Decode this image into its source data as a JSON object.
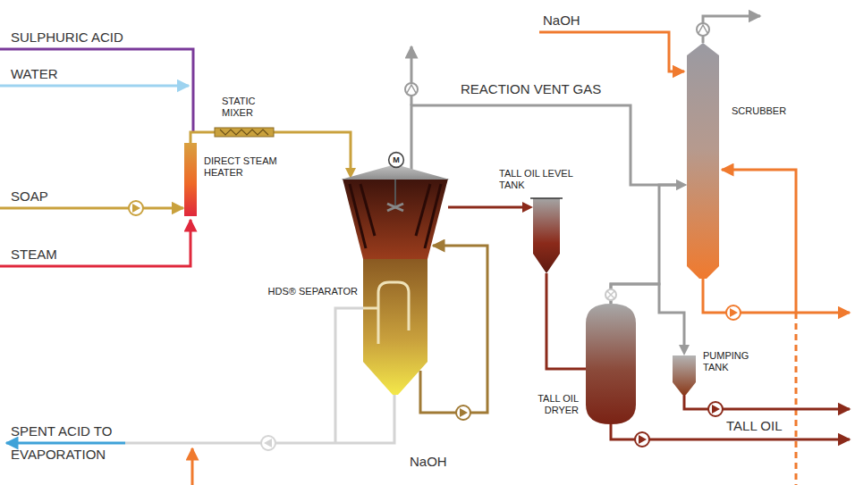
{
  "diagram": {
    "nodes": [
      {
        "text": [
          "STATIC MIXER"
        ]
      },
      {
        "text": [
          "DIRECT STEAM HEATER"
        ]
      },
      {
        "text": [
          "HDS® SEPARATOR"
        ]
      },
      {
        "text": [
          "M"
        ]
      },
      {
        "text": [
          "TALL OIL LEVEL TANK"
        ]
      },
      {
        "text": [
          "SCRUBBER"
        ]
      },
      {
        "text": [
          "TALL OIL DRYER"
        ]
      },
      {
        "text": [
          "PUMPING TANK"
        ]
      }
    ],
    "edges": [
      {
        "from": 1,
        "to": 0,
        "arrow": "none"
      },
      {
        "from": 0,
        "to": 2,
        "arrow": "to"
      },
      {
        "from": 2,
        "to": 4,
        "arrow": "to"
      },
      {
        "from": 2,
        "to": 5,
        "arrow": "to"
      },
      {
        "from": 4,
        "to": 6,
        "arrow": "none"
      },
      {
        "from": 6,
        "to": 5,
        "arrow": "to"
      },
      {
        "from": 6,
        "to": 7,
        "arrow": "to"
      }
    ],
    "labels": [
      "SULPHURIC ACID",
      "WATER",
      "SOAP",
      "STEAM",
      "REACTION VENT GAS",
      "NaOH",
      "SPENT ACID TO EVAPORATION",
      "NaOH",
      "TALL OIL"
    ]
  }
}
